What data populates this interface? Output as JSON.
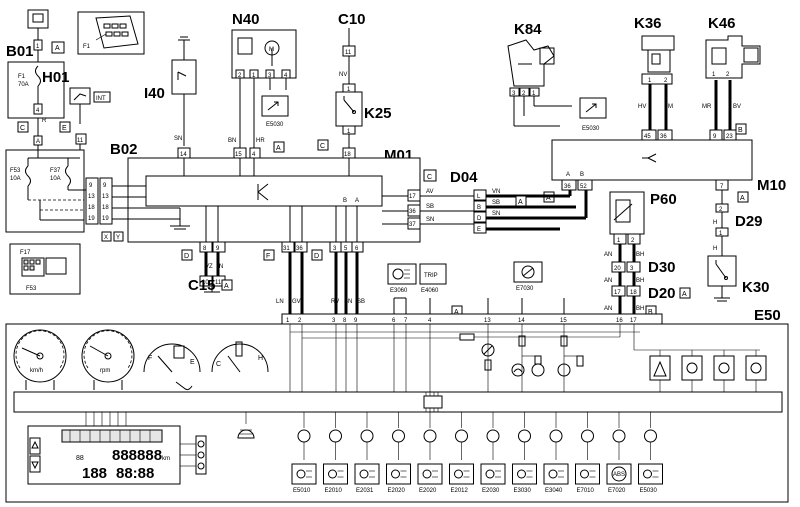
{
  "components": {
    "b01": "B01",
    "h01": "H01",
    "b02": "B02",
    "i40": "I40",
    "n40": "N40",
    "c10": "C10",
    "k25": "K25",
    "m01": "M01",
    "k84": "K84",
    "k36": "K36",
    "k46": "K46",
    "d04": "D04",
    "m10": "M10",
    "p60": "P60",
    "d29": "D29",
    "d30": "D30",
    "d20": "D20",
    "k30": "K30",
    "c15": "C15",
    "e50": "E50"
  },
  "connectors": {
    "a": "A",
    "b": "B",
    "c": "C",
    "d": "D",
    "e": "E",
    "f": "F",
    "x": "X",
    "y": "Y"
  },
  "fuses": {
    "f1": "F1",
    "f1_rating": "70A",
    "f53": "F53",
    "f53_rating": "10A",
    "f37": "F37",
    "f37_rating": "10A",
    "f17": "F17",
    "f53_panel": "F53"
  },
  "labels": {
    "int": "INT",
    "trip": "TRIP"
  },
  "pins": {
    "b01": [
      "1",
      "4",
      "A"
    ],
    "h01": [
      "11"
    ],
    "b02": [
      "9",
      "13",
      "18",
      "19",
      "9",
      "13",
      "18",
      "19"
    ],
    "i40": [
      "14"
    ],
    "n40_top": [
      "2",
      "1",
      "3",
      "4"
    ],
    "n40_bot": [
      "15",
      "4"
    ],
    "c10": [
      "11",
      "1",
      "1",
      "18"
    ],
    "k84": [
      "3",
      "2",
      "1"
    ],
    "k36": [
      "1",
      "2",
      "45",
      "36"
    ],
    "k46": [
      "1",
      "2",
      "9",
      "23"
    ],
    "m01": [
      "17",
      "36",
      "37",
      "B",
      "A",
      "8",
      "9",
      "31",
      "36",
      "3",
      "5",
      "6"
    ],
    "d04": [
      "L",
      "B",
      "D",
      "E"
    ],
    "m10": [
      "A",
      "B",
      "36",
      "52",
      "7"
    ],
    "d29": [
      "2",
      "1"
    ],
    "p60": [
      "1",
      "2"
    ],
    "d30": [
      "20",
      "3"
    ],
    "d20": [
      "17",
      "18"
    ],
    "c15": [
      "10",
      "11"
    ],
    "e50_top": [
      "1",
      "2",
      "3",
      "8",
      "9",
      "6",
      "7",
      "4",
      "13",
      "14",
      "15",
      "16",
      "17"
    ]
  },
  "wires": {
    "a": "A",
    "r": "R",
    "sn": "SN",
    "bn": "BN",
    "hr": "HR",
    "nv": "NV",
    "hv": "HV",
    "m": "M",
    "mr": "MR",
    "bv": "BV",
    "av": "AV",
    "sb": "SB",
    "vn": "VN",
    "h": "H",
    "an": "AN",
    "bh": "BH",
    "vz": "VZ",
    "n": "N",
    "ln": "LN",
    "gv": "GV",
    "rv": "RV",
    "sn2": "SN",
    "sb2": "SB"
  },
  "refs": {
    "e5030_n40": "E5030",
    "e5030_k84": "E5030",
    "e3060": "E3060",
    "e4060": "E4060",
    "e7030": "E7030"
  },
  "bottom_refs": [
    "E5010",
    "E2010",
    "E2031",
    "E2020",
    "E2020",
    "E2012",
    "E2030",
    "E3030",
    "E3040",
    "E7010",
    "E7020",
    "E5030"
  ],
  "gauges": {
    "speedo_unit": "km/h",
    "tacho_unit": "rpm",
    "fuel_f": "F",
    "fuel_e": "E",
    "temp_c": "C",
    "temp_h": "H"
  },
  "display": {
    "digits1": "888888",
    "unit": "km",
    "digits2": "88:88",
    "digits3": "88",
    "temp": "188"
  },
  "abs": "ABS"
}
